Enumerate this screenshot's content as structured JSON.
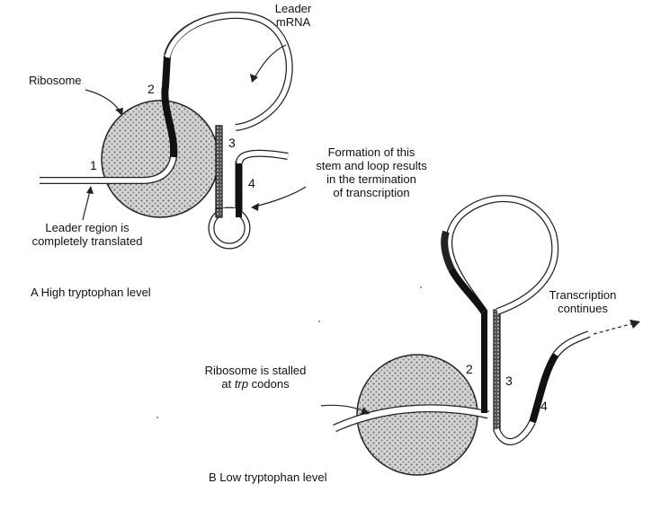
{
  "panel_a": {
    "leader_mrna_line1": "Leader",
    "leader_mrna_line2": "mRNA",
    "ribosome": "Ribosome",
    "num_1": "1",
    "num_2": "2",
    "num_3": "3",
    "num_4": "4",
    "formation_line1": "Formation of this",
    "formation_line2": "stem and loop results",
    "formation_line3": "in the termination",
    "formation_line4": "of transcription",
    "leader_region_line1": "Leader region is",
    "leader_region_line2": "completely translated",
    "caption": "A  High tryptophan level"
  },
  "panel_b": {
    "stalled_line1": "Ribosome is stalled",
    "stalled_line2_prefix": "at ",
    "stalled_line2_italic": "trp",
    "stalled_line2_suffix": " codons",
    "transcription_line1": "Transcription",
    "transcription_line2": "continues",
    "num_2": "2",
    "num_3": "3",
    "num_4": "4",
    "caption": "B  Low tryptophan level"
  }
}
